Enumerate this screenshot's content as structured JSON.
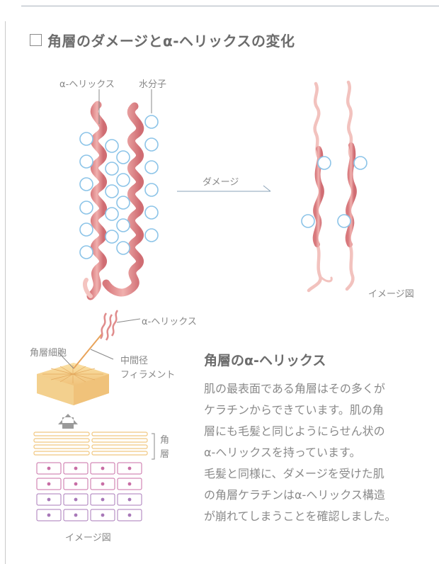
{
  "header": {
    "title": "角層のダメージとα-ヘリックスの変化"
  },
  "top_figure": {
    "label_alpha_helix": "α-ヘリックス",
    "label_water": "水分子",
    "arrow_label": "ダメージ",
    "image_caption": "イメージ図"
  },
  "bottom_figure": {
    "label_alpha_helix": "α-ヘリックス",
    "label_corneocyte": "角層細胞",
    "label_filament_line1": "中間径",
    "label_filament_line2": "フィラメント",
    "label_stratum_line1": "角",
    "label_stratum_line2": "層",
    "image_caption": "イメージ図"
  },
  "description": {
    "heading": "角層のα-ヘリックス",
    "lines": [
      "肌の最表面である角層はその多くが",
      "ケラチンからできています。肌の角",
      "層にも毛髪と同じようにらせん状の",
      "α-ヘリックスを持っています。",
      "毛髪と同様に、ダメージを受けた肌",
      "の角層ケラチンはα-ヘリックス構造",
      "が崩れてしまうことを確認しました。"
    ]
  },
  "colors": {
    "helix_pink": "#e08c8c",
    "helix_light": "#f4c4c0",
    "water_blue": "#8cc4e8",
    "cell_orange": "#f1c781",
    "cell_magenta": "#c86ea5",
    "cell_purple": "#a878b8",
    "arrow_gray": "#999999"
  }
}
